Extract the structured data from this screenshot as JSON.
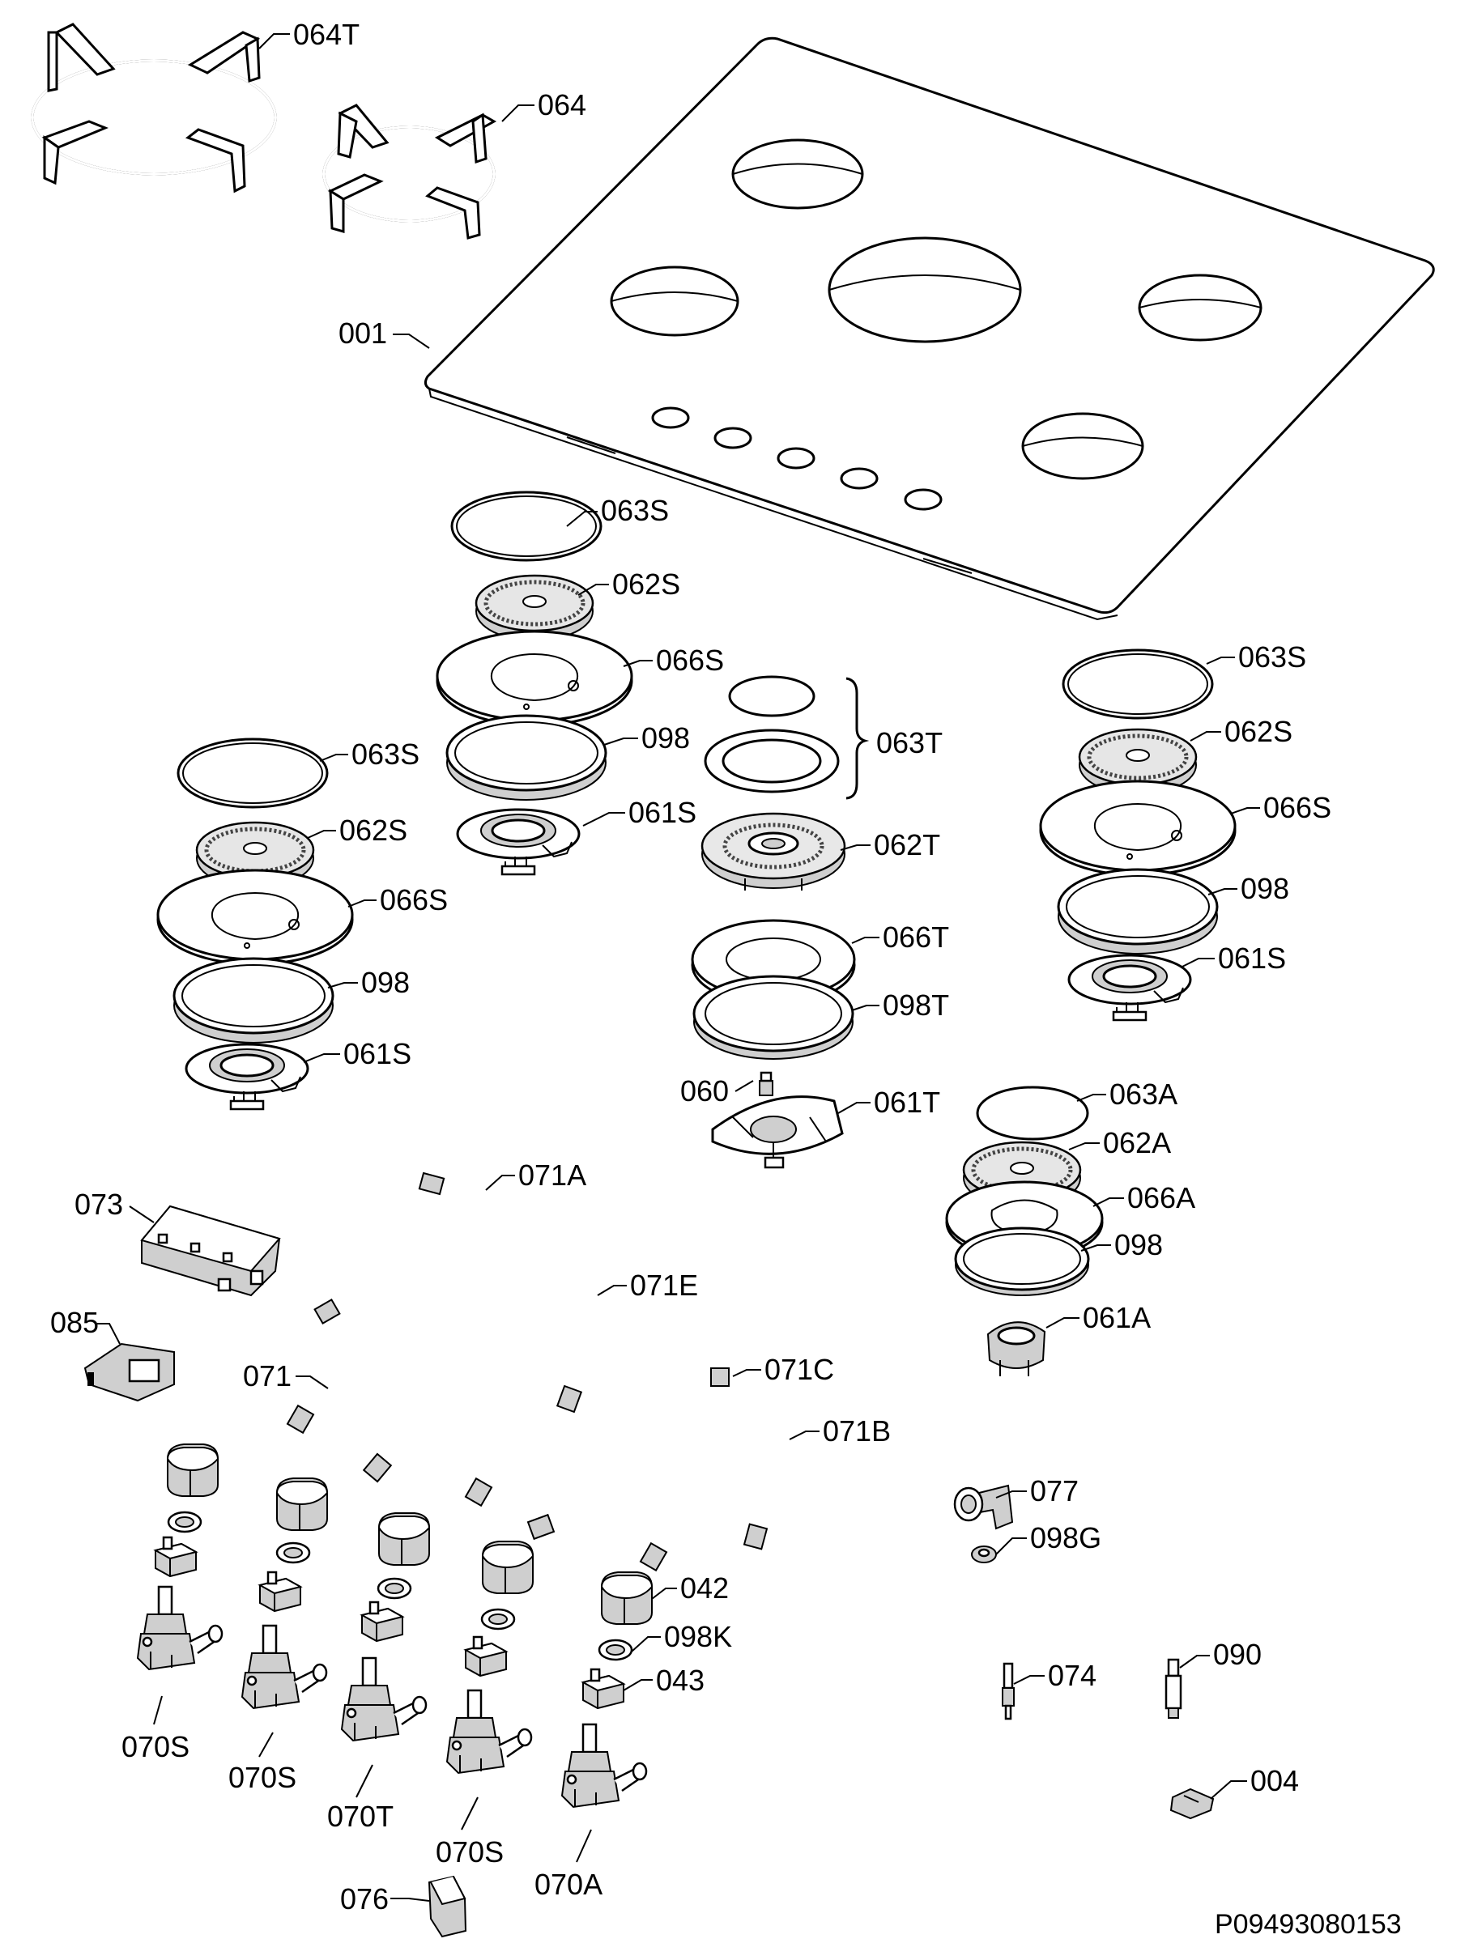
{
  "diagram": {
    "reference": "P09493080153",
    "labels": [
      {
        "id": "lbl-064T",
        "text": "064T"
      },
      {
        "id": "lbl-064",
        "text": "064"
      },
      {
        "id": "lbl-001",
        "text": "001"
      },
      {
        "id": "lbl-063S-a",
        "text": "063S"
      },
      {
        "id": "lbl-062S-a",
        "text": "062S"
      },
      {
        "id": "lbl-066S-a",
        "text": "066S"
      },
      {
        "id": "lbl-098-a",
        "text": "098"
      },
      {
        "id": "lbl-061S-a",
        "text": "061S"
      },
      {
        "id": "lbl-063T",
        "text": "063T"
      },
      {
        "id": "lbl-062T",
        "text": "062T"
      },
      {
        "id": "lbl-066T",
        "text": "066T"
      },
      {
        "id": "lbl-098T",
        "text": "098T"
      },
      {
        "id": "lbl-060",
        "text": "060"
      },
      {
        "id": "lbl-061T",
        "text": "061T"
      },
      {
        "id": "lbl-063S-b",
        "text": "063S"
      },
      {
        "id": "lbl-062S-b",
        "text": "062S"
      },
      {
        "id": "lbl-066S-b",
        "text": "066S"
      },
      {
        "id": "lbl-098-b",
        "text": "098"
      },
      {
        "id": "lbl-061S-b",
        "text": "061S"
      },
      {
        "id": "lbl-063S-c",
        "text": "063S"
      },
      {
        "id": "lbl-062S-c",
        "text": "062S"
      },
      {
        "id": "lbl-066S-c",
        "text": "066S"
      },
      {
        "id": "lbl-098-c",
        "text": "098"
      },
      {
        "id": "lbl-061S-c",
        "text": "061S"
      },
      {
        "id": "lbl-063A",
        "text": "063A"
      },
      {
        "id": "lbl-062A",
        "text": "062A"
      },
      {
        "id": "lbl-066A",
        "text": "066A"
      },
      {
        "id": "lbl-098-d",
        "text": "098"
      },
      {
        "id": "lbl-061A",
        "text": "061A"
      },
      {
        "id": "lbl-073",
        "text": "073"
      },
      {
        "id": "lbl-071A",
        "text": "071A"
      },
      {
        "id": "lbl-071E",
        "text": "071E"
      },
      {
        "id": "lbl-085",
        "text": "085"
      },
      {
        "id": "lbl-071",
        "text": "071"
      },
      {
        "id": "lbl-071C",
        "text": "071C"
      },
      {
        "id": "lbl-071B",
        "text": "071B"
      },
      {
        "id": "lbl-077",
        "text": "077"
      },
      {
        "id": "lbl-098G",
        "text": "098G"
      },
      {
        "id": "lbl-042",
        "text": "042"
      },
      {
        "id": "lbl-098K",
        "text": "098K"
      },
      {
        "id": "lbl-043",
        "text": "043"
      },
      {
        "id": "lbl-074",
        "text": "074"
      },
      {
        "id": "lbl-090",
        "text": "090"
      },
      {
        "id": "lbl-004",
        "text": "004"
      },
      {
        "id": "lbl-070S-a",
        "text": "070S"
      },
      {
        "id": "lbl-070S-b",
        "text": "070S"
      },
      {
        "id": "lbl-070T",
        "text": "070T"
      },
      {
        "id": "lbl-070S-c",
        "text": "070S"
      },
      {
        "id": "lbl-070A",
        "text": "070A"
      },
      {
        "id": "lbl-076",
        "text": "076"
      }
    ]
  }
}
